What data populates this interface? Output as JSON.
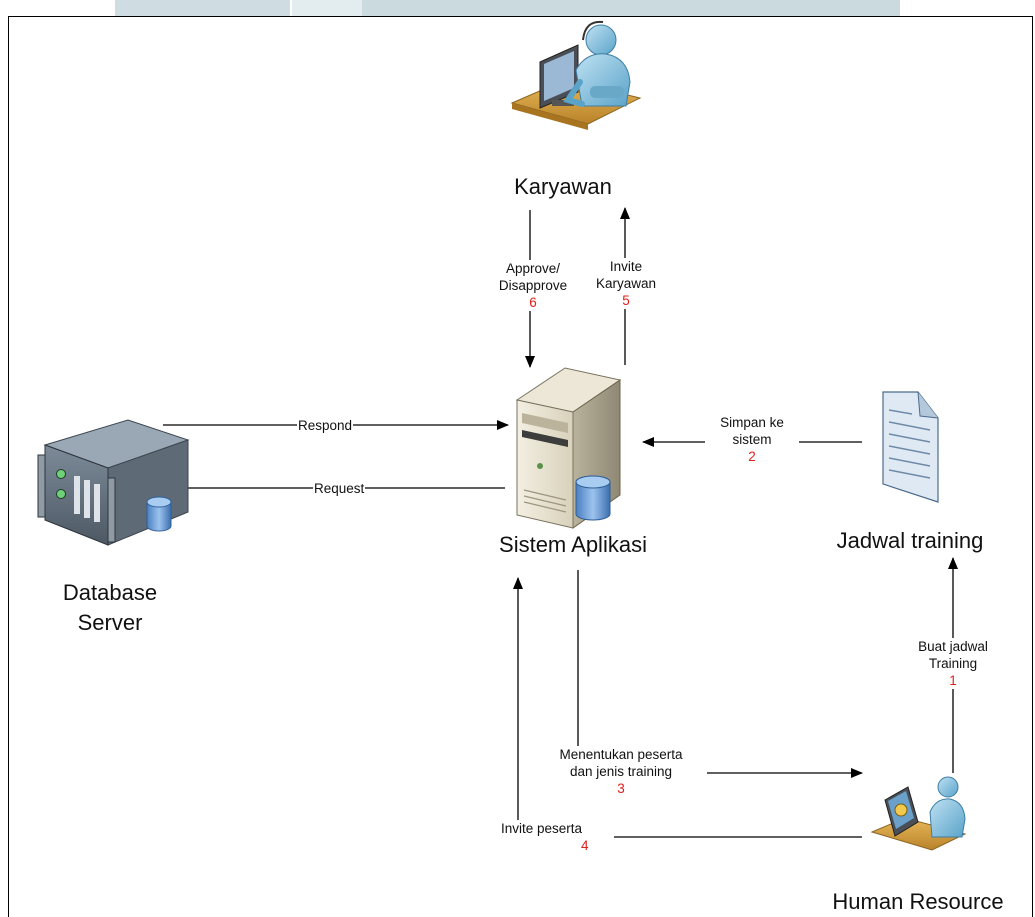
{
  "nodes": {
    "karyawan": "Karyawan",
    "sistem": "Sistem Aplikasi",
    "database": [
      "Database",
      "Server"
    ],
    "jadwal": "Jadwal training",
    "hr": "Human Resource"
  },
  "edges": {
    "respond": "Respond",
    "request": "Request",
    "simpan": {
      "text": [
        "Simpan ke",
        "sistem"
      ],
      "step": "2"
    },
    "approve": {
      "text": [
        "Approve/",
        "Disapprove"
      ],
      "step": "6"
    },
    "invite_karyawan": {
      "text": [
        "Invite",
        "Karyawan"
      ],
      "step": "5"
    },
    "buat_jadwal": {
      "text": [
        "Buat jadwal",
        "Training"
      ],
      "step": "1"
    },
    "menentukan": {
      "text": [
        "Menentukan peserta",
        "dan jenis training"
      ],
      "step": "3"
    },
    "invite_peserta": {
      "text": [
        "Invite peserta"
      ],
      "step": "4"
    }
  },
  "colors": {
    "line": "#000000",
    "step_number": "#e0201b",
    "top_band": "#c9d9df"
  }
}
